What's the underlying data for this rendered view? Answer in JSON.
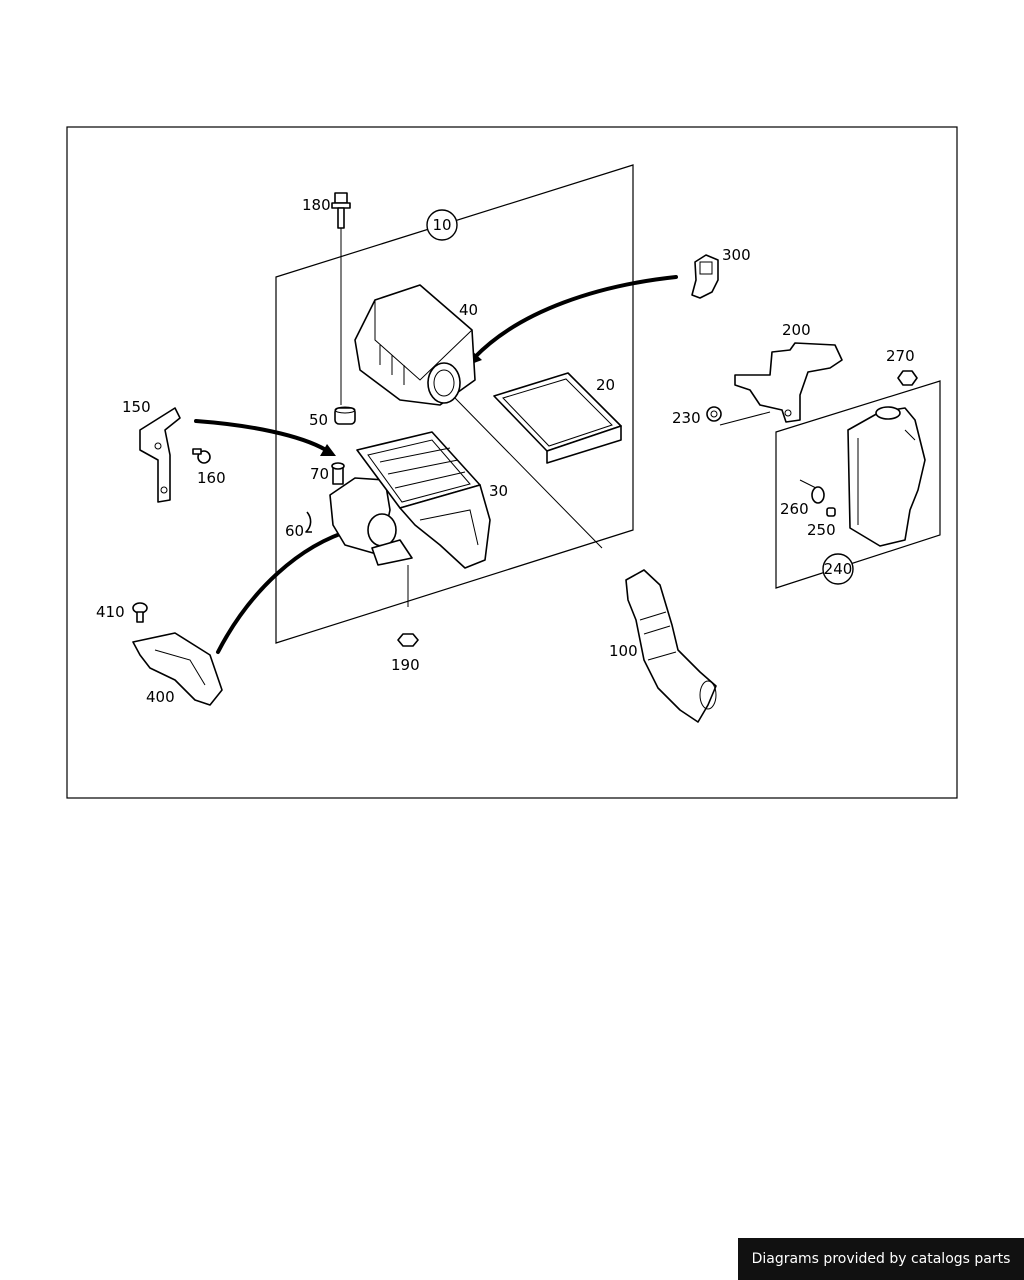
{
  "diagram": {
    "labels": {
      "p10": "10",
      "p20": "20",
      "p30": "30",
      "p40": "40",
      "p50": "50",
      "p60": "60",
      "p70": "70",
      "p100": "100",
      "p150": "150",
      "p160": "160",
      "p180": "180",
      "p190": "190",
      "p200": "200",
      "p230": "230",
      "p240": "240",
      "p250": "250",
      "p260": "260",
      "p270": "270",
      "p300": "300",
      "p400": "400",
      "p410": "410"
    }
  },
  "footer": {
    "credit": "Diagrams provided by catalogs parts"
  }
}
